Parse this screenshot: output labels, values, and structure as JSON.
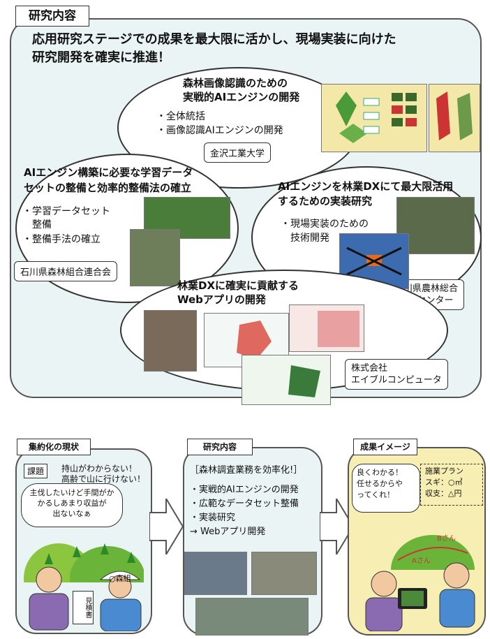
{
  "section_label": "研究内容",
  "headline": [
    "応用研究ステージでの成果を最大限に活かし、現場実装に向けた",
    "研究開発を確実に推進！"
  ],
  "topics": [
    {
      "title": [
        "森林画像認識のための",
        "実戦的AIエンジンの開発"
      ],
      "items": [
        "・全体統括",
        "・画像認識AIエンジンの開発"
      ],
      "org": "金沢工業大学"
    },
    {
      "title": [
        "AIエンジン構築に必要な学習データ",
        "セットの整備と効率的整備法の確立"
      ],
      "items": [
        "・学習データセット",
        "　整備",
        "・整備手法の確立"
      ],
      "org": "石川県森林組合連合会"
    },
    {
      "title": [
        "AIエンジンを林業DXにて最大限活用",
        "するための実装研究"
      ],
      "items": [
        "・現場実装のための",
        "　技術開発"
      ],
      "org": [
        "石川県農林総合",
        "研究センター"
      ]
    },
    {
      "title": [
        "林業DXに確実に貢献する",
        "Webアプリの開発"
      ],
      "org": [
        "株式会社",
        "エイブルコンピュータ"
      ]
    }
  ],
  "bottom": {
    "current": {
      "label": "集約化の現状",
      "issue_tag": "課題",
      "issue_text": [
        "持山がわからない！",
        "高齢で山に行けない！"
      ],
      "speech": [
        "主伐したいけど手間がか",
        "かるしあまり収益が",
        "出ないなぁ"
      ],
      "helmet_text": "○森組",
      "paper_text": "見積書"
    },
    "research": {
      "label": "研究内容",
      "lead": "［森林調査業務を効率化!］",
      "items": [
        "・実戦的AIエンジンの開発",
        "・広範なデータセット整備",
        "・実装研究",
        "→ Webアプリ開発"
      ]
    },
    "result": {
      "label": "成果イメージ",
      "speech": [
        "良くわかる！",
        "任せるからや",
        "ってくれ！"
      ],
      "plan": [
        "施業プラン",
        "スギ：○㎥",
        "収支：△円"
      ],
      "map_labels": [
        "Bさん",
        "Aさん"
      ]
    }
  },
  "colors": {
    "panel_bg": "#eaf4f4",
    "result_bg": "#f6eeb2",
    "accent_green": "#3aa04a"
  }
}
